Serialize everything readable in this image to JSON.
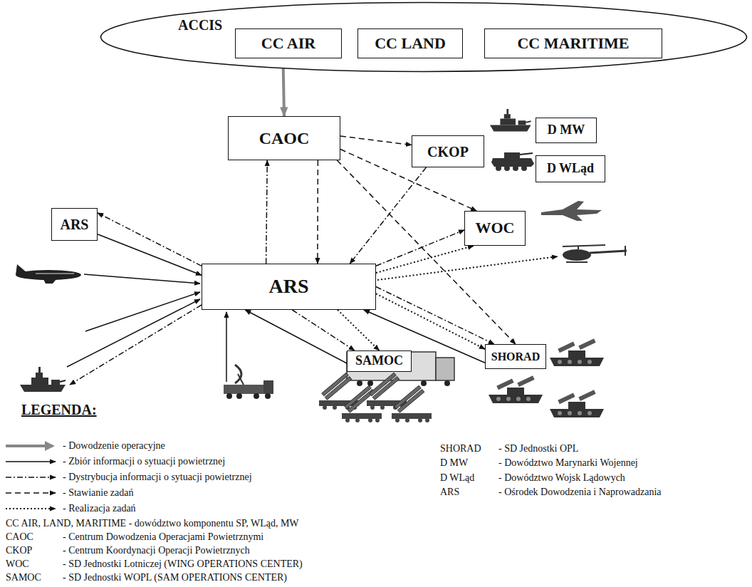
{
  "diagram": {
    "nodes": [
      {
        "text": [
          "ACCIS"
        ]
      },
      {
        "text": [
          "CC AIR"
        ],
        "in": 0
      },
      {
        "text": [
          "CC LAND"
        ],
        "in": 0
      },
      {
        "text": [
          "CC MARITIME"
        ],
        "in": 0
      },
      {
        "text": [
          "D MW"
        ]
      },
      {
        "text": [
          "CAOC"
        ]
      },
      {
        "text": [
          "CKOP"
        ]
      },
      {
        "text": [
          "D WLąd"
        ]
      },
      {
        "text": [
          "ARS"
        ]
      },
      {
        "text": [
          "WOC"
        ]
      },
      {
        "text": [
          "ARS"
        ]
      },
      {
        "text": [
          "SAMOC"
        ]
      },
      {
        "text": [
          "SHORAD"
        ]
      }
    ],
    "edges": [
      {
        "from": 1,
        "to": 5,
        "arrow": "to"
      },
      {
        "from": 5,
        "to": 6,
        "arrow": "to"
      },
      {
        "from": 5,
        "to": 9,
        "arrow": "to"
      },
      {
        "from": 5,
        "to": 10,
        "arrow": "to"
      },
      {
        "from": 10,
        "to": 5,
        "arrow": "to"
      },
      {
        "from": 5,
        "to": 12,
        "arrow": "to"
      },
      {
        "from": 6,
        "to": 10,
        "arrow": "to"
      },
      {
        "from": 8,
        "to": 10,
        "arrow": "to"
      },
      {
        "from": 10,
        "to": 8,
        "arrow": "to"
      },
      {
        "from": 10,
        "to": 9,
        "arrow": "to"
      },
      {
        "from": 10,
        "to": 9,
        "arrow": "to"
      },
      {
        "from": 10,
        "to": 11,
        "arrow": "to"
      },
      {
        "from": 11,
        "to": 10,
        "arrow": "to"
      },
      {
        "from": 10,
        "to": 11,
        "arrow": "to"
      },
      {
        "from": 10,
        "to": 12,
        "arrow": "to"
      },
      {
        "from": 10,
        "to": 12,
        "arrow": "to"
      },
      {
        "from": 12,
        "to": 10,
        "arrow": "to"
      }
    ],
    "labels": [
      "LEGENDA:",
      "SHORAD",
      "- SD Jednostki OPL",
      "D MW",
      "- Dowództwo Marynarki Wojennej",
      "D WLąd",
      "- Dowództwo Wojsk Lądowych",
      "ARS",
      "- Ośrodek Dowodzenia i Naprowadzania",
      "CC AIR, LAND, MARITIME - dowództwo komponentu SP, WLąd, MW",
      "CAOC",
      "- Centrum Dowodzenia Operacjami Powietrznymi",
      "CKOP",
      "- Centrum Koordynacji Operacji Powietrznych",
      "WOC",
      "- SD Jednostki Lotniczej (WING OPERATIONS CENTER)",
      "SAMOC",
      "- SD Jednostki WOPL (SAM OPERATIONS CENTER)"
    ],
    "legend": [
      {
        "text": "- Dowodzenie operacyjne"
      },
      {
        "text": "- Zbiór informacji o sytuacji powietrznej"
      },
      {
        "text": "- Dystrybucja informacji o sytuacji powietrznej"
      },
      {
        "text": "- Stawianie zadań"
      },
      {
        "text": "- Realizacja zadań"
      }
    ]
  }
}
